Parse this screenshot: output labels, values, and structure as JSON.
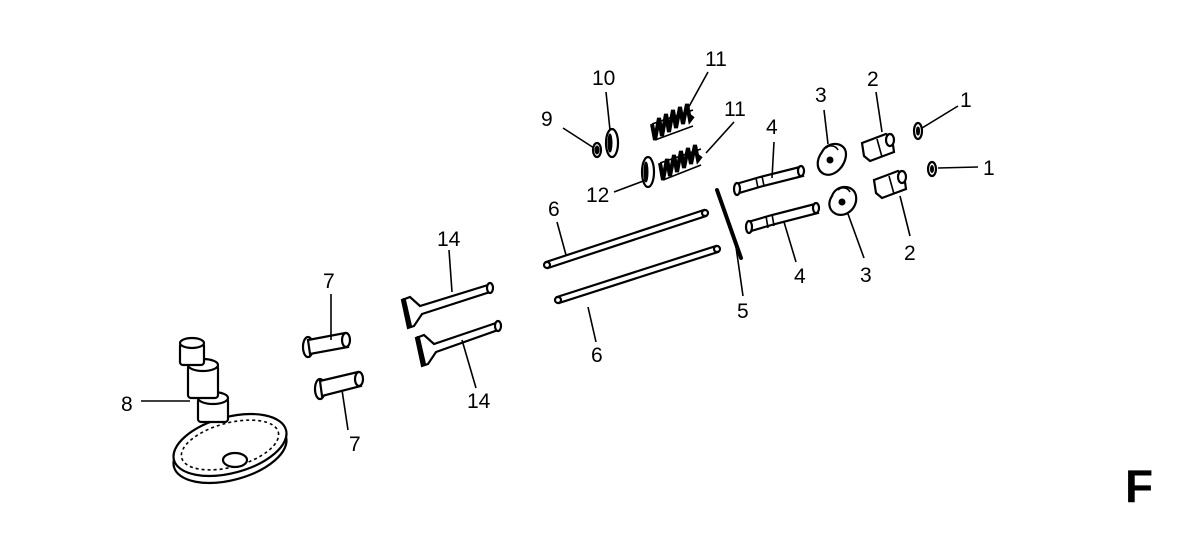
{
  "diagram": {
    "section_letter": "F",
    "callouts": {
      "c1a": "1",
      "c1b": "1",
      "c2a": "2",
      "c2b": "2",
      "c3a": "3",
      "c3b": "3",
      "c4a": "4",
      "c4b": "4",
      "c5": "5",
      "c6a": "6",
      "c6b": "6",
      "c7a": "7",
      "c7b": "7",
      "c8": "8",
      "c9": "9",
      "c10": "10",
      "c11a": "11",
      "c11b": "11",
      "c12": "12",
      "c14a": "14",
      "c14b": "14"
    },
    "colors": {
      "ink": "#000000",
      "background": "#ffffff"
    }
  }
}
